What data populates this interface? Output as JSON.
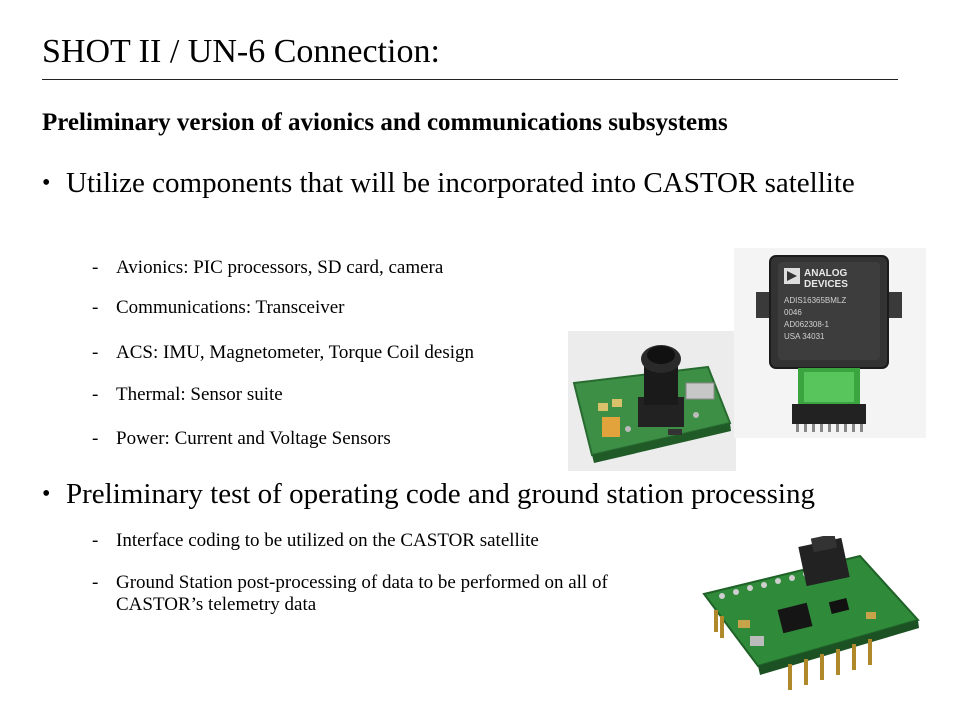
{
  "slide": {
    "title": "SHOT II / UN-6 Connection:",
    "subtitle": "Preliminary version of avionics and communications subsystems",
    "bullets": [
      {
        "text": "Utilize components that will be incorporated into CASTOR satellite",
        "sub": [
          "Avionics: PIC processors, SD card, camera",
          "Communications: Transceiver",
          "ACS: IMU, Magnetometer, Torque Coil design",
          "Thermal: Sensor suite",
          "Power: Current and Voltage Sensors"
        ]
      },
      {
        "text": "Preliminary test of operating code and ground station processing",
        "sub": [
          "Interface coding to be utilized on the CASTOR satellite",
          "Ground Station post-processing of data to be performed on all of CASTOR’s telemetry data"
        ]
      }
    ],
    "bullet_symbol": "•",
    "dash_symbol": "-"
  },
  "images": {
    "imu_chip": {
      "brand_line1": "ANALOG",
      "brand_line2": "DEVICES",
      "label_lines": [
        "ADIS16365BMLZ",
        "0046",
        "AD062308-1",
        "USA 34031"
      ]
    }
  },
  "colors": {
    "text": "#000000",
    "rule": "#222222",
    "pcb_green": "#2f8a3a",
    "chip_dark": "#2b2b2b"
  }
}
